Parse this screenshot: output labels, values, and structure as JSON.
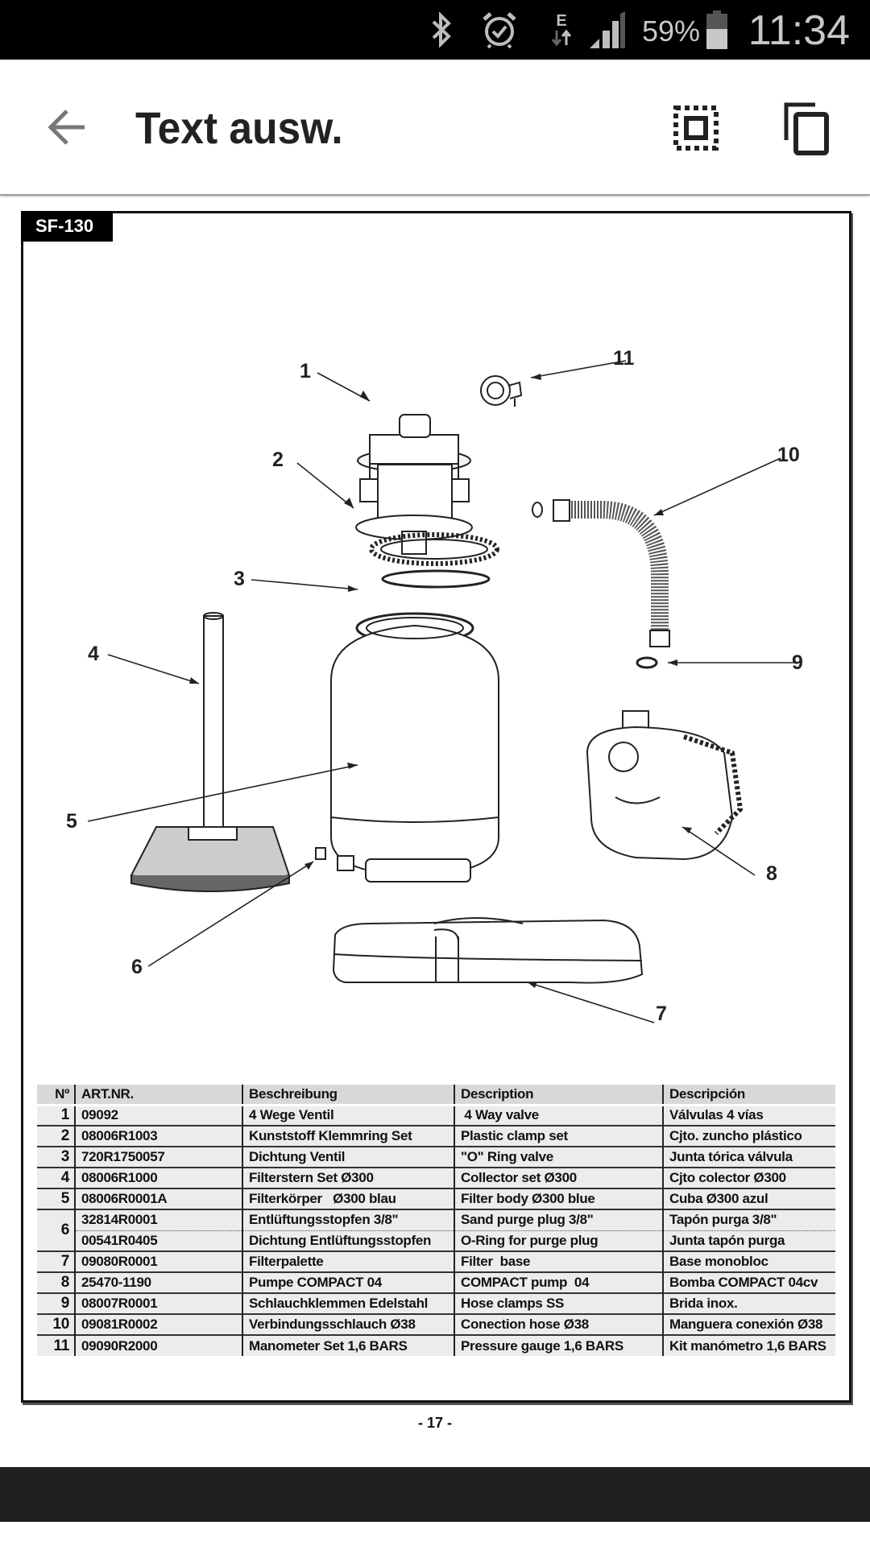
{
  "status_bar": {
    "icons": [
      "bluetooth-icon",
      "alarm-icon",
      "data-edge-icon",
      "signal-icon",
      "battery-icon"
    ],
    "network_type": "E",
    "battery_percent": "59%",
    "battery_level": 0.59,
    "time": "11:34"
  },
  "app_bar": {
    "back_icon": "arrow-left-icon",
    "title": "Text ausw.",
    "actions": [
      {
        "name": "select-all",
        "icon": "select-all-icon"
      },
      {
        "name": "copy",
        "icon": "copy-icon"
      }
    ]
  },
  "document": {
    "model_tag": "SF-130",
    "callouts": [
      "1",
      "2",
      "3",
      "4",
      "5",
      "6",
      "7",
      "8",
      "9",
      "10",
      "11"
    ],
    "table": {
      "headers": [
        "Nº",
        "ART.NR.",
        "Beschreibung",
        "Description",
        "Descripción"
      ],
      "rows": [
        {
          "no": "1",
          "art": "09092",
          "de": "4 Wege Ventil",
          "en": " 4 Way valve",
          "es": "Válvulas 4 vías"
        },
        {
          "no": "2",
          "art": "08006R1003",
          "de": "Kunststoff Klemmring Set",
          "en": "Plastic clamp set",
          "es": "Cjto. zuncho plástico"
        },
        {
          "no": "3",
          "art": "720R1750057",
          "de": "Dichtung Ventil",
          "en": "\"O\" Ring valve",
          "es": "Junta tórica válvula"
        },
        {
          "no": "4",
          "art": "08006R1000",
          "de": "Filterstern Set Ø300",
          "en": "Collector set Ø300",
          "es": "Cjto colector Ø300"
        },
        {
          "no": "5",
          "art": "08006R0001A",
          "de": "Filterkörper   Ø300 blau",
          "en": "Filter body Ø300 blue",
          "es": "Cuba Ø300 azul"
        },
        {
          "no": "6",
          "art": "32814R0001",
          "de": "Entlüftungsstopfen 3/8\"",
          "en": "Sand purge plug 3/8\"",
          "es": "Tapón purga 3/8\""
        },
        {
          "no": "",
          "art": "00541R0405",
          "de": "Dichtung Entlüftungsstopfen",
          "en": "O-Ring for purge plug",
          "es": "Junta tapón purga"
        },
        {
          "no": "7",
          "art": "09080R0001",
          "de": "Filterpalette",
          "en": "Filter  base",
          "es": "Base monobloc"
        },
        {
          "no": "8",
          "art": "25470-1190",
          "de": "Pumpe COMPACT 04",
          "en": "COMPACT pump  04",
          "es": "Bomba COMPACT 04cv"
        },
        {
          "no": "9",
          "art": "08007R0001",
          "de": "Schlauchklemmen Edelstahl",
          "en": "Hose clamps SS",
          "es": "Brida inox."
        },
        {
          "no": "10",
          "art": "09081R0002",
          "de": "Verbindungsschlauch Ø38",
          "en": "Conection hose Ø38",
          "es": "Manguera conexión Ø38"
        },
        {
          "no": "11",
          "art": "09090R2000",
          "de": "Manometer Set 1,6 BARS",
          "en": "Pressure gauge 1,6 BARS",
          "es": "Kit manómetro 1,6 BARS"
        }
      ]
    },
    "page_number": "- 17 -"
  }
}
